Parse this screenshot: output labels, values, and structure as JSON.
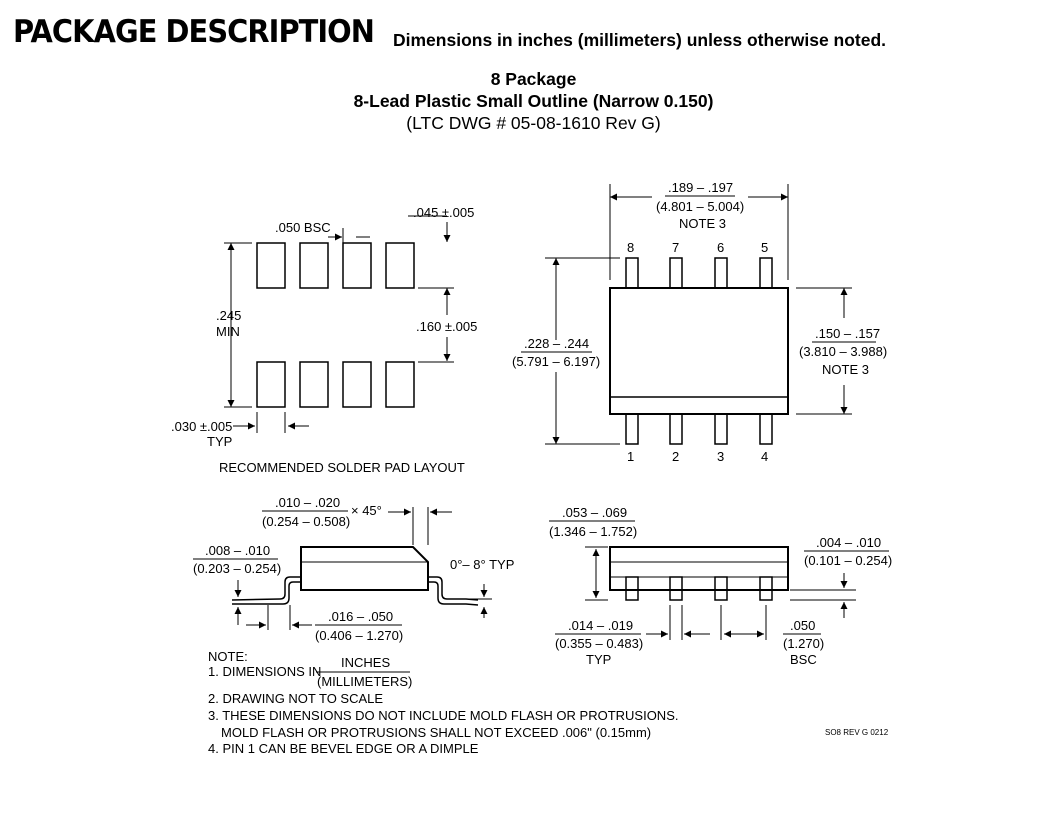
{
  "header": {
    "title": "PACKAGE DESCRIPTION",
    "subtitle": "Dimensions in inches (millimeters) unless otherwise noted."
  },
  "package": {
    "name": "8 Package",
    "description": "8-Lead Plastic Small Outline (Narrow 0.150)",
    "drawing_number": "(LTC DWG # 05-08-1610 Rev G)"
  },
  "pad_layout": {
    "pitch": ".050 BSC",
    "pad_width_tol": ".045 ±.005",
    "gap_inches": ".245",
    "gap_min": "MIN",
    "pad_length": ".160 ±.005",
    "pad_width": ".030 ±.005",
    "pad_width_typ": "TYP",
    "caption": "RECOMMENDED SOLDER PAD LAYOUT"
  },
  "top_view": {
    "length_in": ".189 – .197",
    "length_mm": "(4.801 – 5.004)",
    "length_note": "NOTE 3",
    "width_in": ".228 – .244",
    "width_mm": "(5.791 – 6.197)",
    "body_in": ".150 – .157",
    "body_mm": "(3.810 – 3.988)",
    "body_note": "NOTE 3",
    "pins_top": [
      "8",
      "7",
      "6",
      "5"
    ],
    "pins_bottom": [
      "1",
      "2",
      "3",
      "4"
    ]
  },
  "side_view": {
    "chamfer_in": ".010 – .020",
    "chamfer_mm": "(0.254 – 0.508)",
    "chamfer_angle": "× 45°",
    "thick_in": ".008 – .010",
    "thick_mm": "(0.203 – 0.254)",
    "angle": "0°– 8° TYP",
    "foot_in": ".016 – .050",
    "foot_mm": "(0.406 – 1.270)"
  },
  "end_view": {
    "height_in": ".053 – .069",
    "height_mm": "(1.346 – 1.752)",
    "standoff_in": ".004 – .010",
    "standoff_mm": "(0.101 – 0.254)",
    "lead_in": ".014 – .019",
    "lead_mm": "(0.355 – 0.483)",
    "lead_typ": "TYP",
    "pitch_in": ".050",
    "pitch_mm": "(1.270)",
    "pitch_bsc": "BSC"
  },
  "notes": {
    "heading": "NOTE:",
    "n1_prefix": "1. DIMENSIONS IN",
    "n1_num": "INCHES",
    "n1_den": "(MILLIMETERS)",
    "n2": "2. DRAWING NOT TO SCALE",
    "n3a": "3. THESE DIMENSIONS DO NOT INCLUDE MOLD FLASH OR PROTRUSIONS.",
    "n3b": "MOLD FLASH OR PROTRUSIONS SHALL NOT EXCEED .006\" (0.15mm)",
    "n4": "4. PIN 1 CAN BE BEVEL EDGE OR A DIMPLE"
  },
  "revision": "SO8 REV G 0212"
}
